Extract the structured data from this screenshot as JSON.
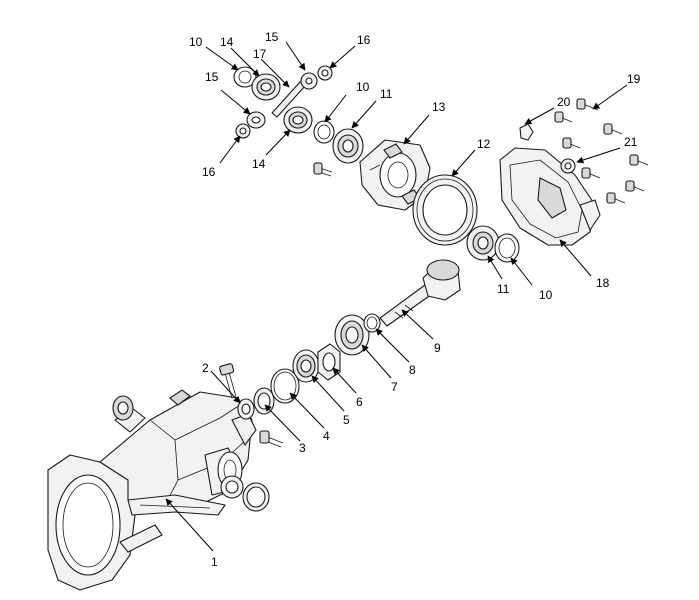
{
  "callouts": [
    {
      "id": "c1",
      "label": "1"
    },
    {
      "id": "c2",
      "label": "2"
    },
    {
      "id": "c3",
      "label": "3"
    },
    {
      "id": "c4",
      "label": "4"
    },
    {
      "id": "c5",
      "label": "5"
    },
    {
      "id": "c6",
      "label": "6"
    },
    {
      "id": "c7",
      "label": "7"
    },
    {
      "id": "c8",
      "label": "8"
    },
    {
      "id": "c9",
      "label": "9"
    },
    {
      "id": "c10a",
      "label": "10"
    },
    {
      "id": "c10b",
      "label": "10"
    },
    {
      "id": "c10c",
      "label": "10"
    },
    {
      "id": "c11a",
      "label": "11"
    },
    {
      "id": "c11b",
      "label": "11"
    },
    {
      "id": "c12",
      "label": "12"
    },
    {
      "id": "c13",
      "label": "13"
    },
    {
      "id": "c14a",
      "label": "14"
    },
    {
      "id": "c14b",
      "label": "14"
    },
    {
      "id": "c15a",
      "label": "15"
    },
    {
      "id": "c15b",
      "label": "15"
    },
    {
      "id": "c16a",
      "label": "16"
    },
    {
      "id": "c16b",
      "label": "16"
    },
    {
      "id": "c17",
      "label": "17"
    },
    {
      "id": "c18",
      "label": "18"
    },
    {
      "id": "c19",
      "label": "19"
    },
    {
      "id": "c20",
      "label": "20"
    },
    {
      "id": "c21",
      "label": "21"
    }
  ]
}
